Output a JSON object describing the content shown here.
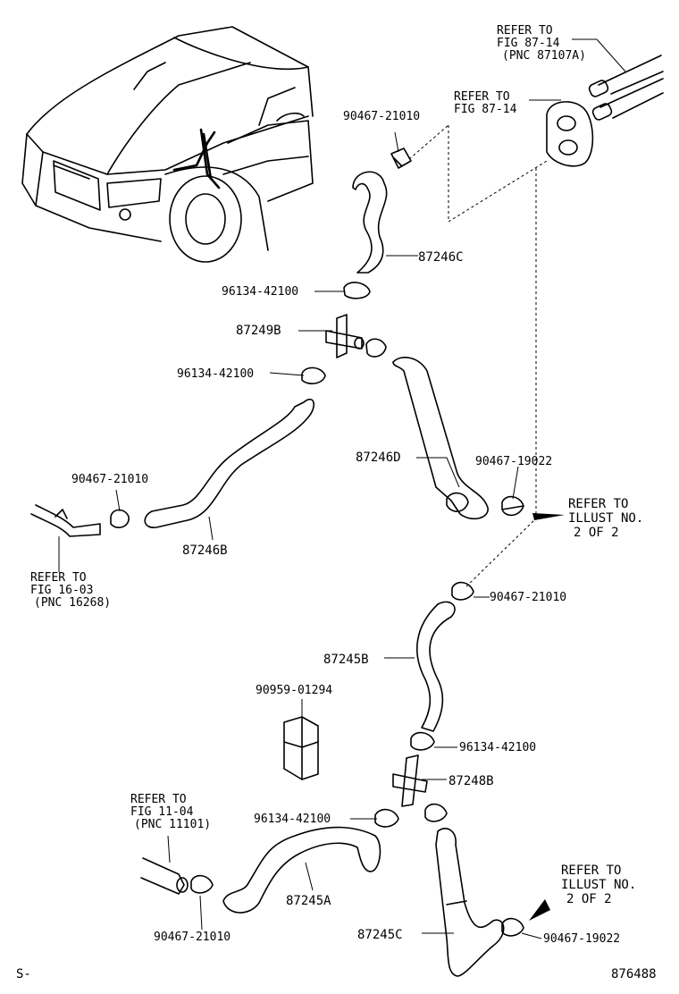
{
  "refs": {
    "top_right": [
      "REFER TO",
      "FIG 87-14",
      "(PNC 87107A)"
    ],
    "top_mid": [
      "REFER TO",
      "FIG 87-14"
    ],
    "left_mid": [
      "REFER TO",
      "FIG 16-03",
      "(PNC 16268)"
    ],
    "left_low": [
      "REFER TO",
      "FIG 11-04",
      "(PNC 11101)"
    ],
    "illust_upper": [
      "REFER TO",
      "ILLUST NO.",
      "2 OF 2"
    ],
    "illust_lower": [
      "REFER TO",
      "ILLUST NO.",
      "2 OF 2"
    ]
  },
  "parts": {
    "p90467_21010_top": "90467-21010",
    "p87246C": "87246C",
    "p96134_42100_a": "96134-42100",
    "p87249B": "87249B",
    "p96134_42100_b": "96134-42100",
    "p87246D": "87246D",
    "p90467_19022_upper": "90467-19022",
    "p90467_21010_left": "90467-21010",
    "p87246B": "87246B",
    "p90467_21010_mid": "90467-21010",
    "p87245B": "87245B",
    "p90959_01294": "90959-01294",
    "p96134_42100_c": "96134-42100",
    "p87248B": "87248B",
    "p96134_42100_d": "96134-42100",
    "p87245A": "87245A",
    "p90467_21010_low": "90467-21010",
    "p87245C": "87245C",
    "p90467_19022_lower": "90467-19022"
  },
  "footer": {
    "left_code": "S-",
    "diagram_no": "876488"
  }
}
